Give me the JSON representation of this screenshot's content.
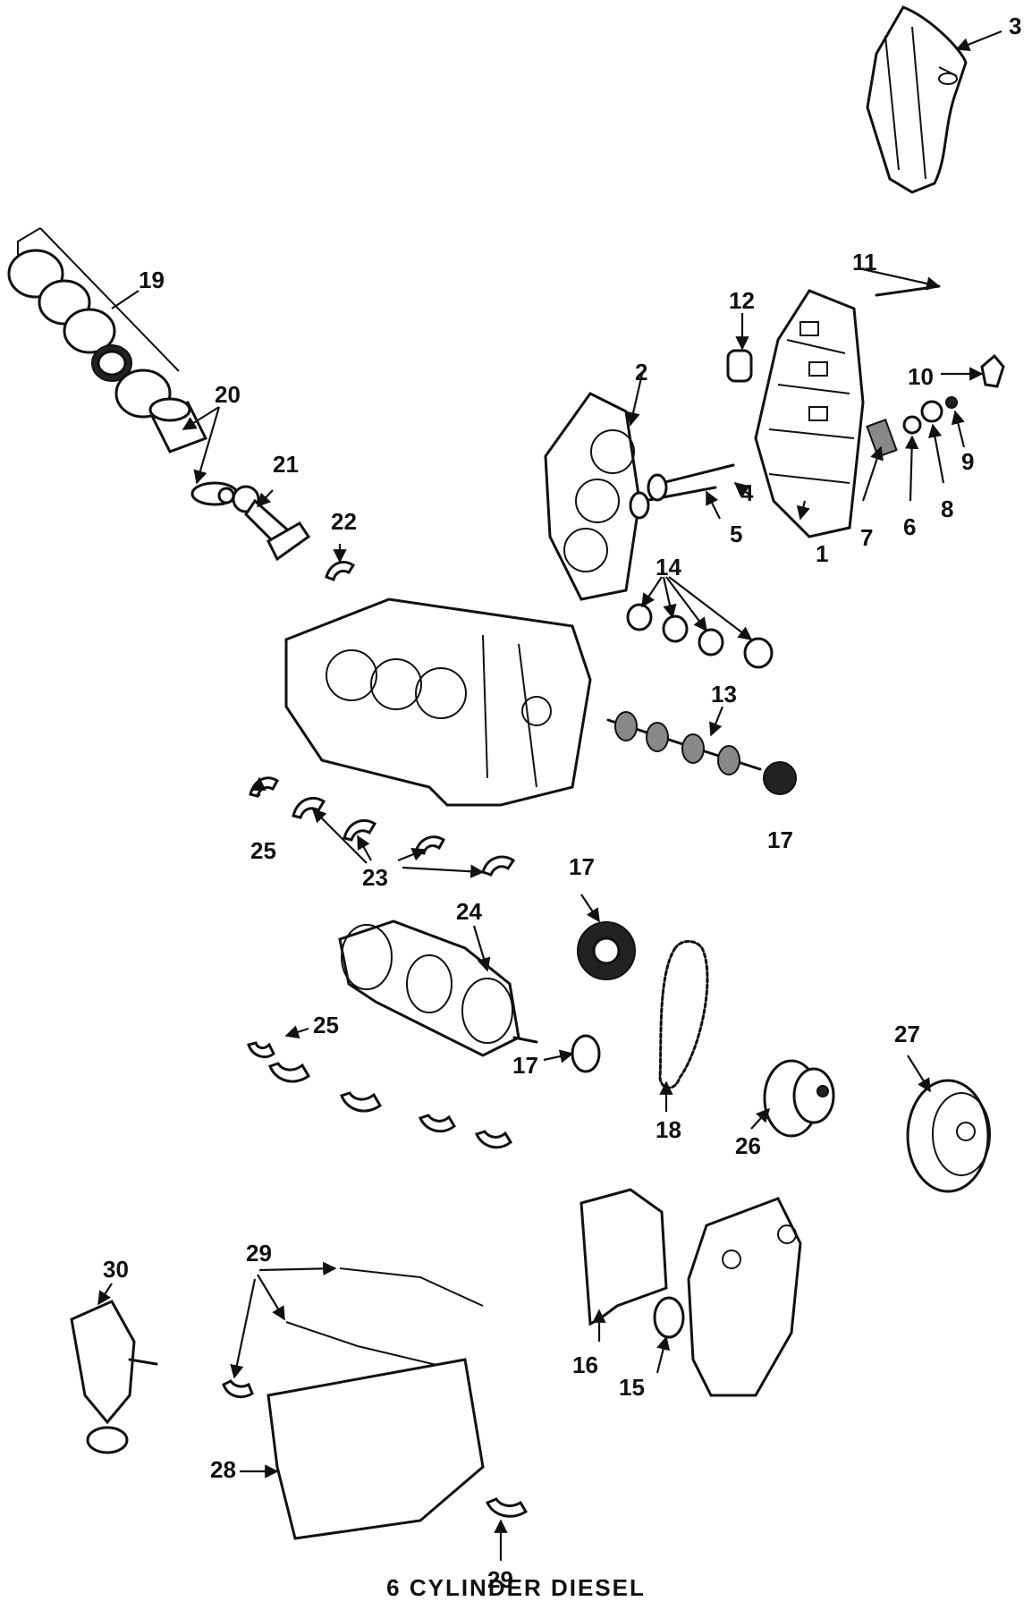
{
  "caption": "6 CYLINDER DIESEL",
  "callouts": {
    "c1": "1",
    "c2": "2",
    "c3": "3",
    "c4": "4",
    "c5": "5",
    "c6": "6",
    "c7": "7",
    "c8": "8",
    "c9": "9",
    "c10": "10",
    "c11": "11",
    "c12": "12",
    "c13": "13",
    "c14": "14",
    "c15": "15",
    "c16": "16",
    "c17a": "17",
    "c17b": "17",
    "c17c": "17",
    "c18": "18",
    "c19": "19",
    "c20": "20",
    "c21": "21",
    "c22": "22",
    "c23": "23",
    "c24": "24",
    "c25a": "25",
    "c25b": "25",
    "c26": "26",
    "c27": "27",
    "c28": "28",
    "c29a": "29",
    "c29b": "29",
    "c30": "30"
  }
}
